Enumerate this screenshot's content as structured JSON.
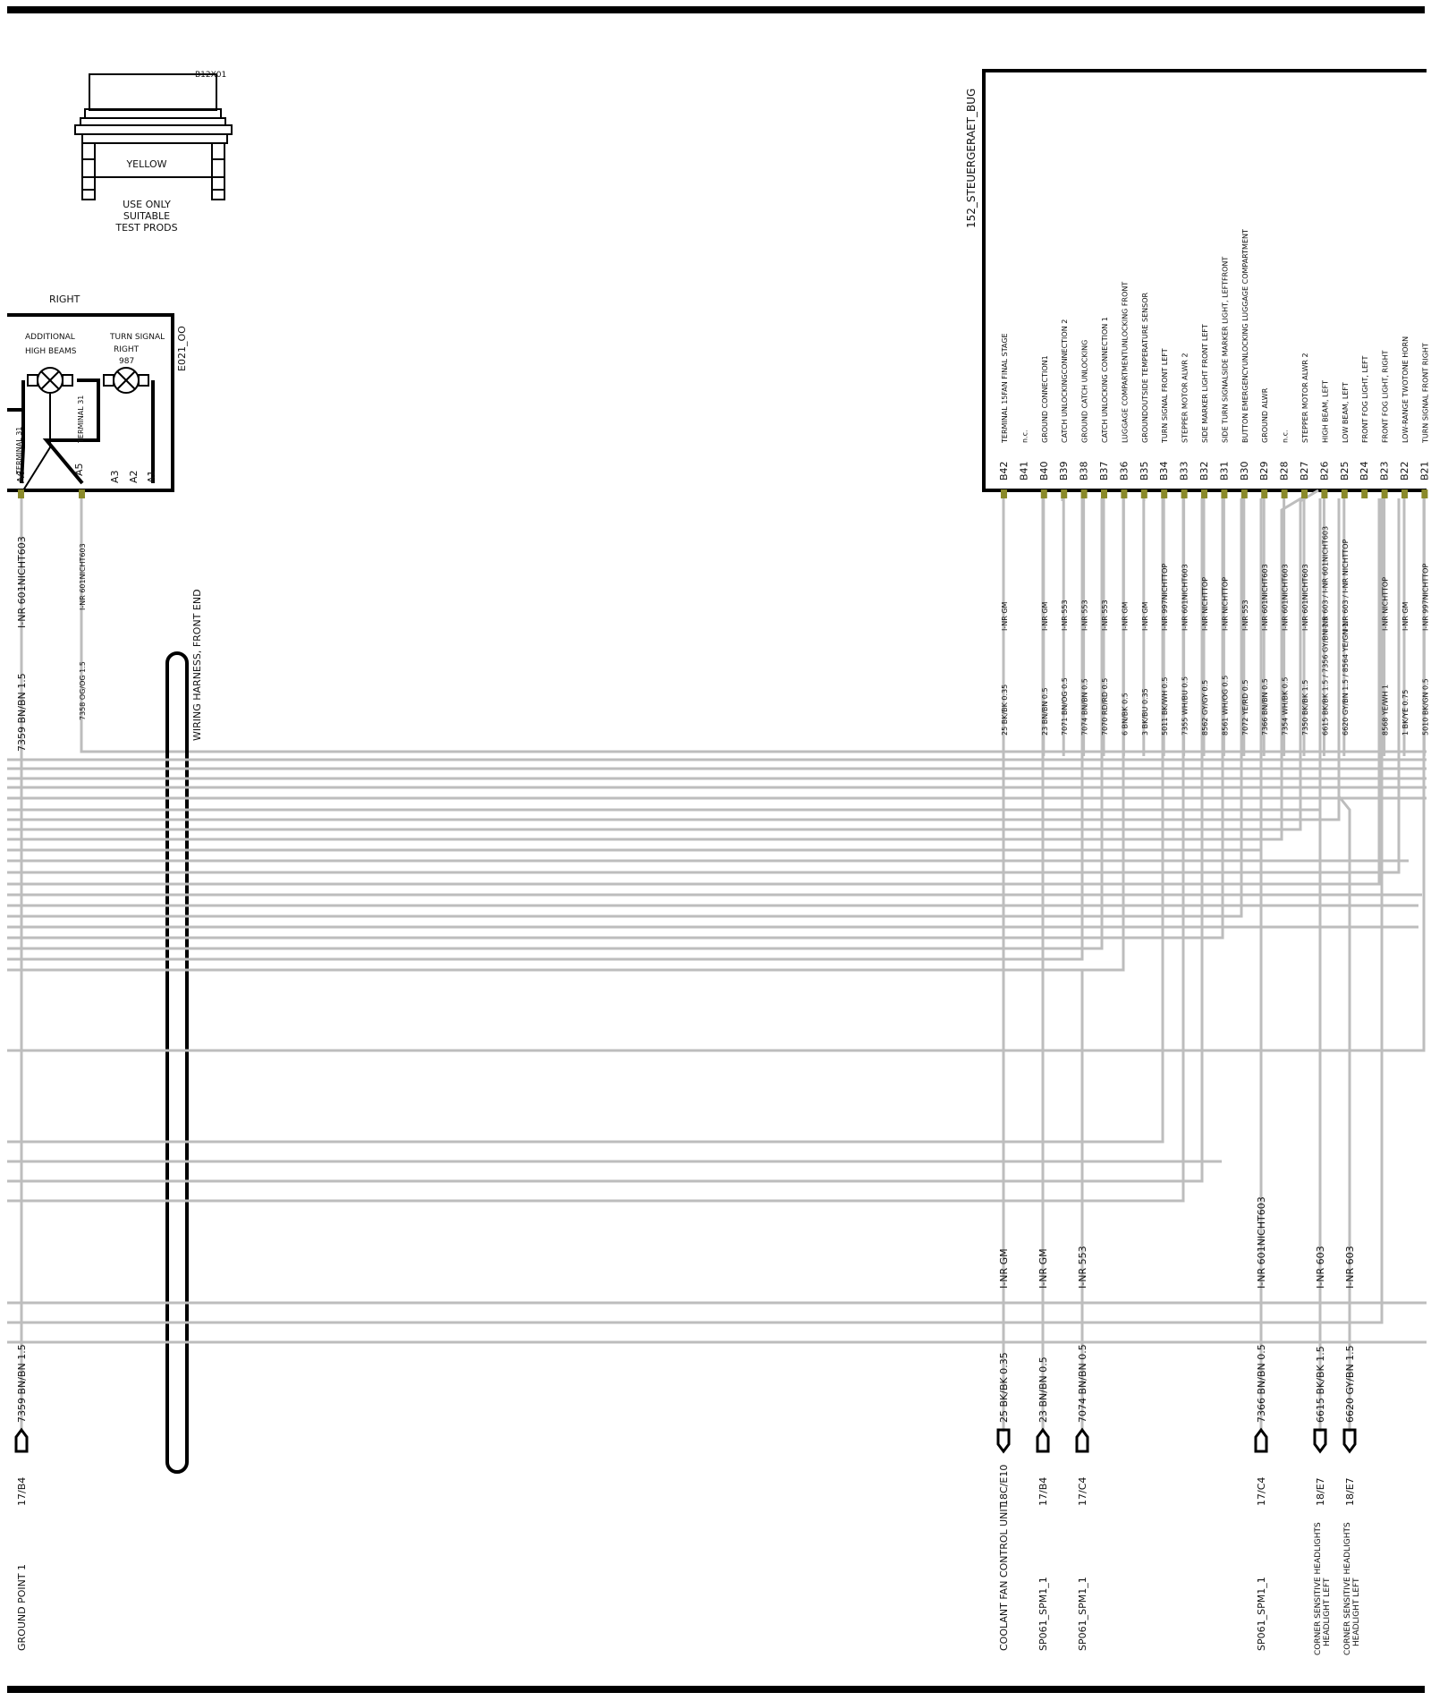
{
  "connector": {
    "id": "B12X01",
    "color_label": "YELLOW",
    "note": [
      "USE ONLY",
      "SUITABLE",
      "TEST PRODS"
    ]
  },
  "left_component": {
    "side_label": "RIGHT",
    "id": "E021_OO",
    "lamp1_label": [
      "ADDITIONAL",
      "HIGH BEAMS"
    ],
    "lamp2_label": [
      "TURN SIGNAL",
      "RIGHT",
      "987"
    ],
    "terminal_labels": [
      "TERMINAL 31",
      "TERMINAL 31"
    ],
    "pins": [
      "A6",
      "A5",
      "A3",
      "A2",
      "A1"
    ],
    "wire_a6_net": "I-NR 601NICHT603",
    "wire_a6_code": "7359 BN/BN 1.5",
    "wire_a5_net": "I-NR 601NICHT603",
    "wire_a5_code": "7358 OG/OG 1.5"
  },
  "harness_label": "WIRING HARNESS, FRONT END",
  "control_unit": {
    "id": "152_STEUERGERAET_BUG",
    "pins": [
      {
        "pin": "B42",
        "function": "TERMINAL 15FAN  FINAL STAGE",
        "net": "I-NR GM",
        "wire": "25 BK/BK 0.35"
      },
      {
        "pin": "B41",
        "function": "n.c.",
        "net": "",
        "wire": ""
      },
      {
        "pin": "B40",
        "function": "GROUND CONNECTION1",
        "net": "I-NR GM",
        "wire": "23 BN/BN 0.5"
      },
      {
        "pin": "B39",
        "function": "CATCH  UNLOCKINGCONNECTION 2",
        "net": "I-NR 553",
        "wire": "7071 BN/OG 0.5"
      },
      {
        "pin": "B38",
        "function": "GROUND CATCH  UNLOCKING",
        "net": "I-NR 553",
        "wire": "7074 BN/BN 0.5"
      },
      {
        "pin": "B37",
        "function": "CATCH  UNLOCKING  CONNECTION 1",
        "net": "I-NR 553",
        "wire": "7070 RD/RD 0.5"
      },
      {
        "pin": "B36",
        "function": "LUGGAGE COMPARTMENTUNLOCKING FRONT",
        "net": "I-NR GM",
        "wire": "6 BN/BK 0.5"
      },
      {
        "pin": "B35",
        "function": "GROUNDOUTSIDE TEMPERATURE SENSOR",
        "net": "I-NR GM",
        "wire": "3 BK/BU 0.35"
      },
      {
        "pin": "B34",
        "function": "TURN SIGNAL FRONT LEFT",
        "net": "I-NR 997NICHTTOP",
        "wire": "5011 BK/WH 0.5"
      },
      {
        "pin": "B33",
        "function": "STEPPER MOTOR  ALWR 2",
        "net": "I-NR 601NICHT603",
        "wire": "7355 WH/BU 0.5"
      },
      {
        "pin": "B32",
        "function": "SIDE MARKER LIGHT  FRONT LEFT",
        "net": "I-NR NICHTTOP",
        "wire": "8562 GY/GY 0.5"
      },
      {
        "pin": "B31",
        "function": "SIDE TURN SIGNALSIDE MARKER LIGHT, LEFTFRONT",
        "net": "I-NR NICHTTOP",
        "wire": "8561 WH/OG 0.5"
      },
      {
        "pin": "B30",
        "function": "BUTTON EMERGENCYUNLOCKING  LUGGAGE COMPARTMENT",
        "net": "I-NR 553",
        "wire": "7072 YE/RD 0.5"
      },
      {
        "pin": "B29",
        "function": "GROUND  ALWR",
        "net": "I-NR 601NICHT603",
        "wire": "7366 BN/BN 0.5"
      },
      {
        "pin": "B28",
        "function": "n.c.",
        "net": "I-NR 601NICHT603",
        "wire": "7354 WH/BK 0.5"
      },
      {
        "pin": "B27",
        "function": "STEPPER MOTOR  ALWR 2",
        "net": "I-NR 601NICHT603",
        "wire": "7350 BK/BK 1.5"
      },
      {
        "pin": "B26",
        "function": "HIGH BEAM, LEFT",
        "net": "I-NR 603 / I-NR 601NICHT603",
        "wire": "6615 BK/BK 1.5 / 7356 GY/BN 1.5"
      },
      {
        "pin": "B25",
        "function": "LOW BEAM, LEFT",
        "net": "I-NR 603 / I-NR NICHTTOP",
        "wire": "6620 GY/BN 1.5 / 8564 YE/GN 1"
      },
      {
        "pin": "B24",
        "function": "FRONT FOG LIGHT, LEFT",
        "net": "",
        "wire": ""
      },
      {
        "pin": "B23",
        "function": "FRONT FOG LIGHT, RIGHT",
        "net": "I-NR NICHTTOP",
        "wire": "8568 YE/WH 1"
      },
      {
        "pin": "B22",
        "function": "LOW-RANGE TWOTONE  HORN",
        "net": "I-NR GM",
        "wire": "1 BK/YE 0.75"
      },
      {
        "pin": "B21",
        "function": "TURN SIGNAL FRONT RIGHT",
        "net": "I-NR 997NICHTTOP",
        "wire": "5010 BK/GN 0.5"
      }
    ]
  },
  "bottom_refs": [
    {
      "id": "gnd",
      "net": "",
      "wire": "7359 BN/BN 1.5",
      "ref": "17/B4",
      "dest": [
        "GROUND POINT 1"
      ]
    },
    {
      "id": "b42",
      "net": "I-NR GM",
      "wire": "25 BK/BK 0.35",
      "ref": "18C/E10",
      "dest": [
        "COOLANT FAN CONTROL UNIT"
      ]
    },
    {
      "id": "b40",
      "net": "I-NR GM",
      "wire": "23 BN/BN 0.5",
      "ref": "17/B4",
      "dest": [
        "SP061_SPM1_1"
      ]
    },
    {
      "id": "b38",
      "net": "I-NR 553",
      "wire": "7074 BN/BN 0.5",
      "ref": "17/C4",
      "dest": [
        "SP061_SPM1_1"
      ]
    },
    {
      "id": "b29",
      "net": "I-NR 601NICHT603",
      "wire": "7366 BN/BN 0.5",
      "ref": "17/C4",
      "dest": [
        "SP061_SPM1_1"
      ]
    },
    {
      "id": "b26",
      "net": "I-NR 603",
      "wire": "6615 BK/BK 1.5",
      "ref": "18/E7",
      "dest": [
        "CORNER SENSITIVE HEADLIGHTS",
        "HEADLIGHT LEFT"
      ]
    },
    {
      "id": "b25",
      "net": "I-NR 603",
      "wire": "6620 GY/BN 1.5",
      "ref": "18/E7",
      "dest": [
        "CORNER SENSITIVE HEADLIGHTS",
        "HEADLIGHT LEFT"
      ]
    }
  ]
}
